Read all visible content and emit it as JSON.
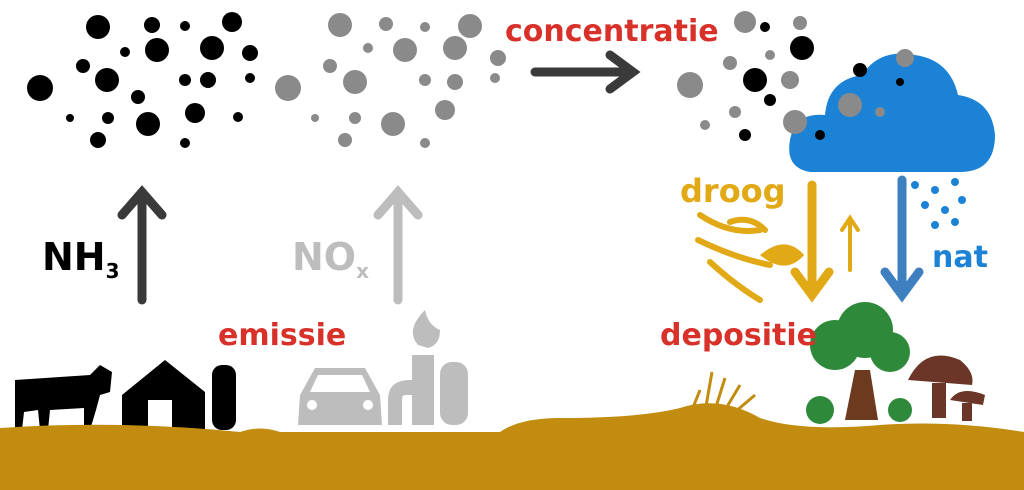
{
  "labels": {
    "nh3_main": "NH",
    "nh3_sub": "3",
    "nox_main": "NO",
    "nox_sub": "x",
    "emission": "emissie",
    "concentration": "concentratie",
    "dry": "droog",
    "wet": "nat",
    "deposition": "depositie"
  },
  "colors": {
    "red_label": "#d8312a",
    "dry_gold": "#e2a916",
    "wet_blue": "#1b82d6",
    "ground": "#c28c10",
    "nh3_black": "#000000",
    "nox_grey": "#bdbdbd",
    "arrow_dark": "#3a3a3a"
  }
}
